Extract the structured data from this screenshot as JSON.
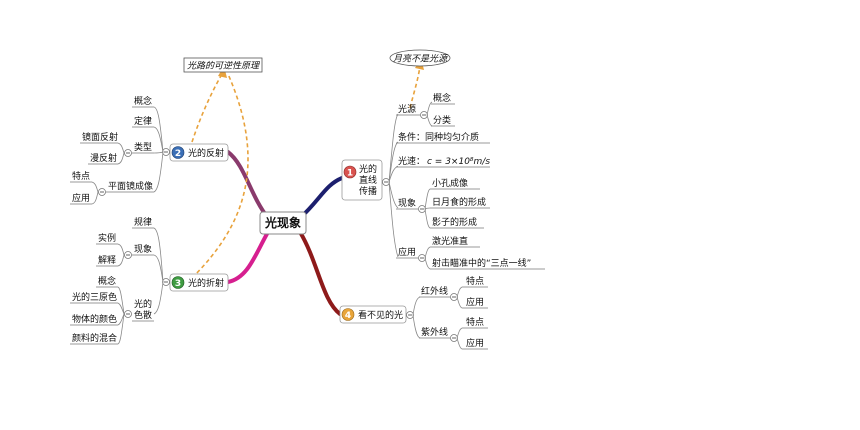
{
  "root": "光现象",
  "branches": [
    {
      "number": "1",
      "color": "#1c1f6e",
      "badge_color": "#d9534f",
      "title_lines": [
        "光的",
        "直线",
        "传播"
      ],
      "children": [
        {
          "label": "光源",
          "children": [
            "概念",
            "分类"
          ]
        },
        {
          "label": "条件：同种均匀介质"
        },
        {
          "label": "光速：",
          "formula": "c = 3×10⁸m/s"
        },
        {
          "label": "现象",
          "children": [
            "小孔成像",
            "日月食的形成",
            "影子的形成"
          ]
        },
        {
          "label": "应用",
          "children": [
            "激光准直",
            "射击瞄准中的“三点一线”"
          ]
        }
      ]
    },
    {
      "number": "2",
      "color": "#8a3a6c",
      "badge_color": "#3b6fb6",
      "title": "光的反射",
      "children": [
        {
          "label": "概念"
        },
        {
          "label": "定律"
        },
        {
          "label": "类型",
          "children": [
            "镜面反射",
            "漫反射"
          ]
        },
        {
          "label": "平面镜成像",
          "children": [
            "特点",
            "应用"
          ]
        }
      ]
    },
    {
      "number": "3",
      "color": "#d61f8f",
      "badge_color": "#3f9c42",
      "title": "光的折射",
      "children": [
        {
          "label": "规律"
        },
        {
          "label": "现象",
          "children": [
            "实例",
            "解释"
          ]
        },
        {
          "label_lines": [
            "光的",
            "色散"
          ],
          "children": [
            "概念",
            "光的三原色",
            "物体的颜色",
            "颜料的混合"
          ]
        }
      ]
    },
    {
      "number": "4",
      "color": "#8e1a1a",
      "badge_color": "#e8a53a",
      "title": "看不见的光",
      "children": [
        {
          "label": "红外线",
          "children": [
            "特点",
            "应用"
          ]
        },
        {
          "label": "紫外线",
          "children": [
            "特点",
            "应用"
          ]
        }
      ]
    }
  ],
  "notes": [
    {
      "text": "光路的可逆性原理"
    },
    {
      "text": "月亮不是光源"
    }
  ],
  "colors": {
    "dashed_link": "#e8a23c",
    "line": "#777777"
  }
}
